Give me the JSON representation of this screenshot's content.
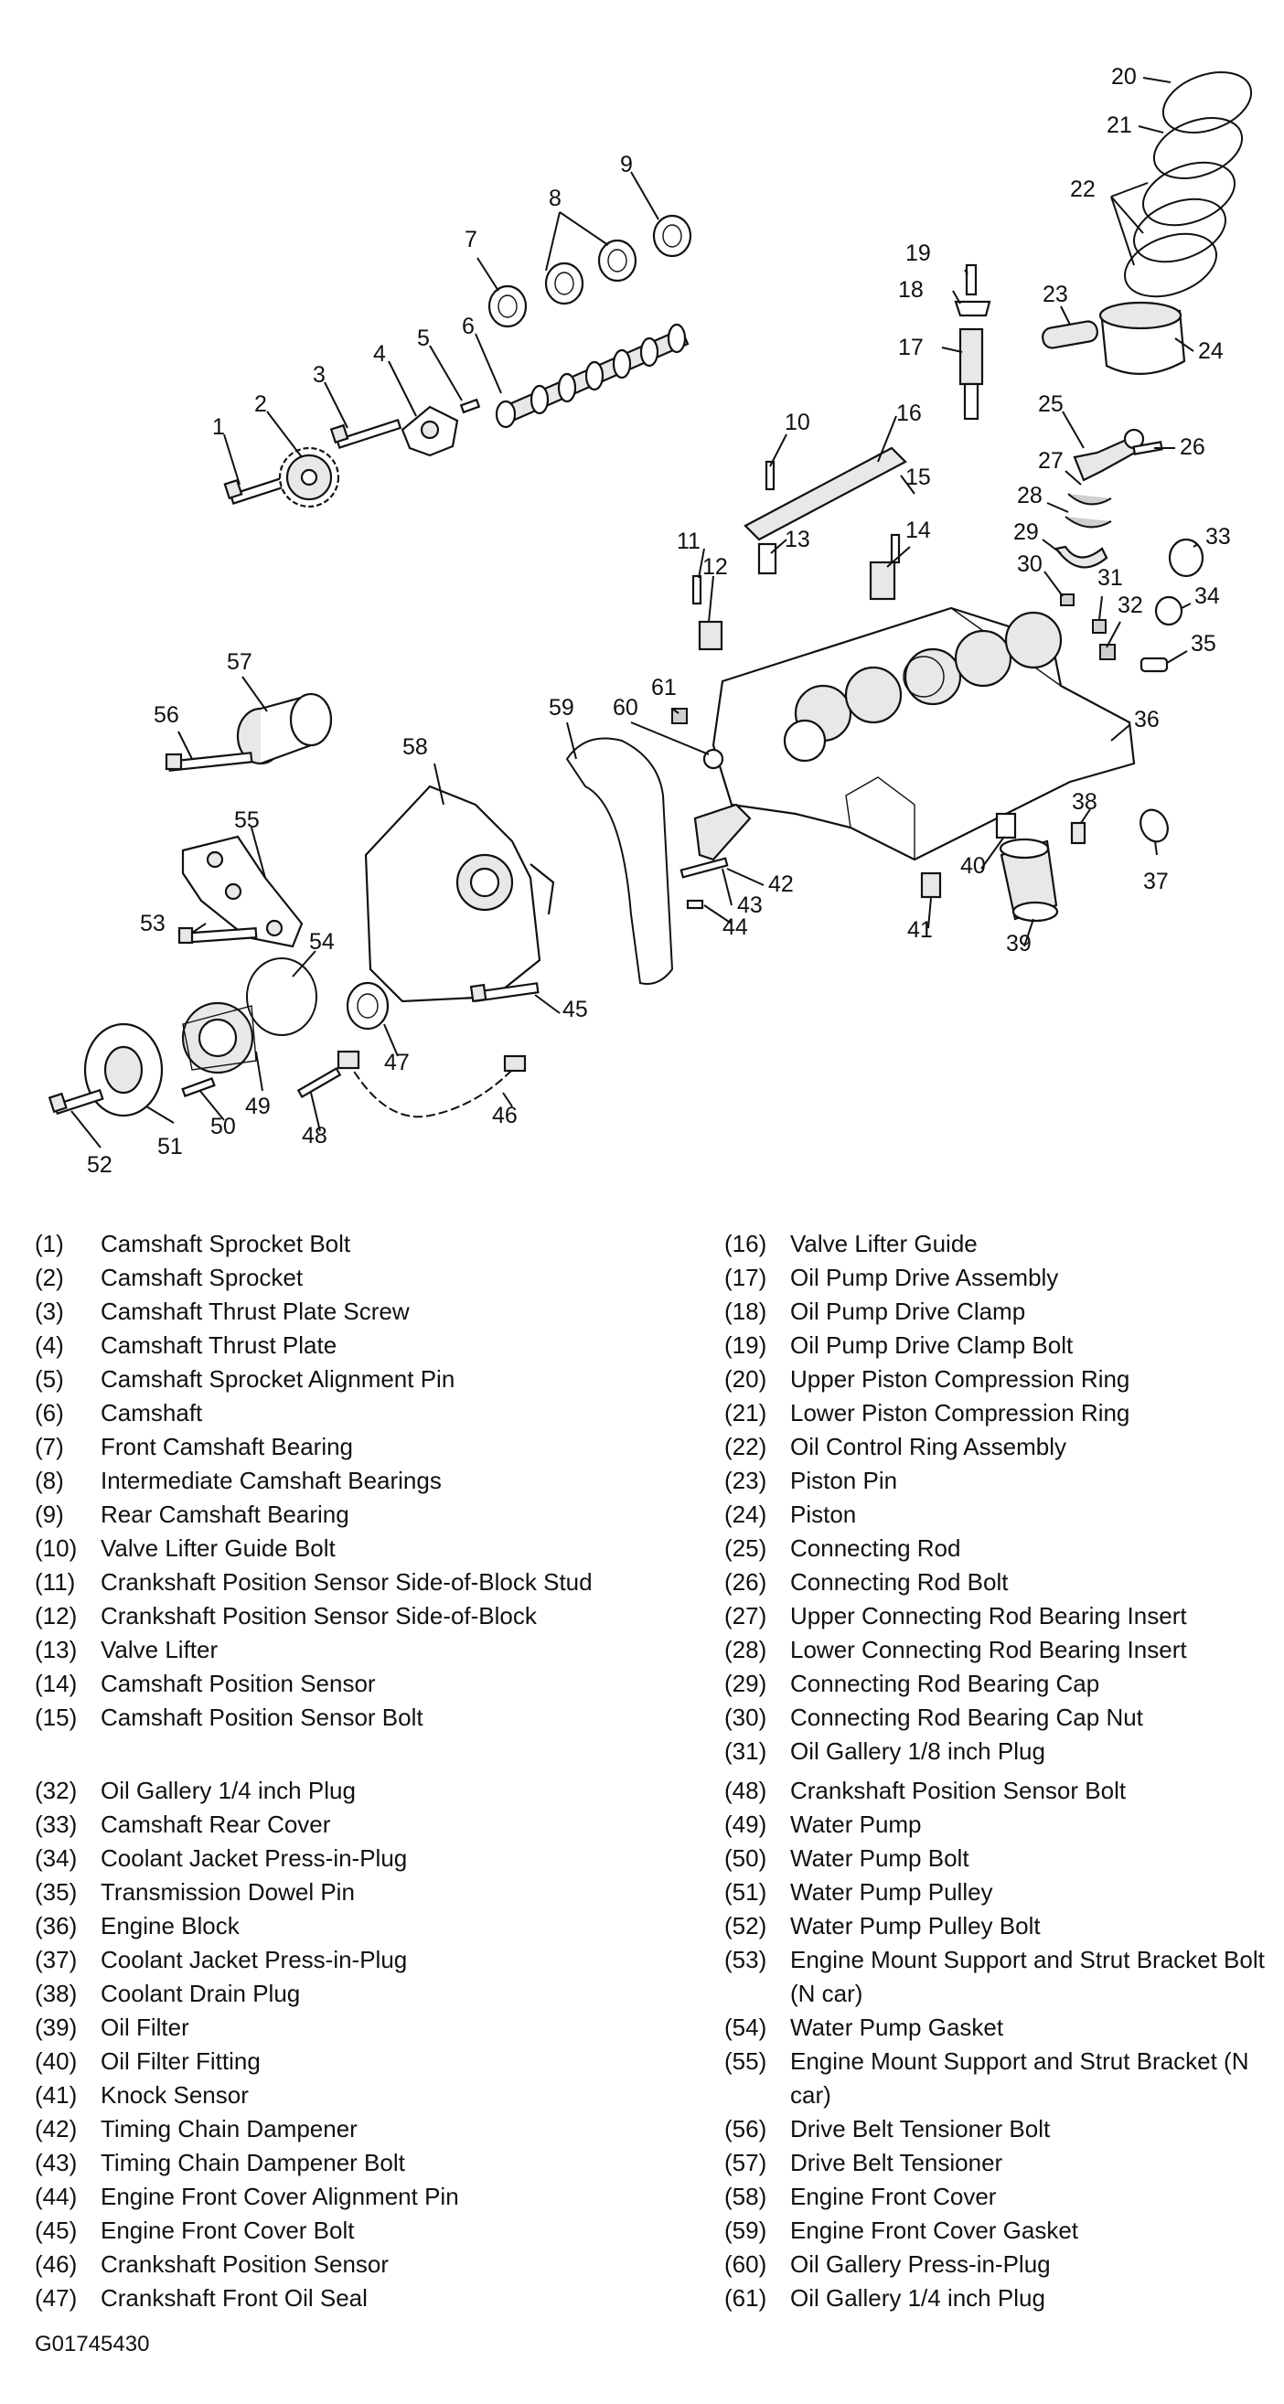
{
  "callouts": [
    "1",
    "2",
    "3",
    "4",
    "5",
    "6",
    "7",
    "8",
    "9",
    "10",
    "11",
    "12",
    "13",
    "14",
    "15",
    "16",
    "17",
    "18",
    "19",
    "20",
    "21",
    "22",
    "23",
    "24",
    "25",
    "26",
    "27",
    "28",
    "29",
    "30",
    "31",
    "32",
    "33",
    "34",
    "35",
    "36",
    "37",
    "38",
    "39",
    "40",
    "41",
    "42",
    "43",
    "44",
    "45",
    "46",
    "47",
    "48",
    "49",
    "50",
    "51",
    "52",
    "53",
    "54",
    "55",
    "56",
    "57",
    "58",
    "59",
    "60",
    "61"
  ],
  "legend": {
    "left1": [
      {
        "num": "(1)",
        "label": "Camshaft Sprocket Bolt"
      },
      {
        "num": "(2)",
        "label": "Camshaft Sprocket"
      },
      {
        "num": "(3)",
        "label": "Camshaft Thrust Plate Screw"
      },
      {
        "num": "(4)",
        "label": "Camshaft Thrust Plate"
      },
      {
        "num": "(5)",
        "label": "Camshaft Sprocket Alignment Pin"
      },
      {
        "num": "(6)",
        "label": "Camshaft"
      },
      {
        "num": "(7)",
        "label": "Front Camshaft Bearing"
      },
      {
        "num": "(8)",
        "label": "Intermediate Camshaft Bearings"
      },
      {
        "num": "(9)",
        "label": "Rear Camshaft Bearing"
      },
      {
        "num": "(10)",
        "label": "Valve Lifter Guide Bolt"
      },
      {
        "num": "(11)",
        "label": "Crankshaft Position Sensor Side-of-Block Stud"
      },
      {
        "num": "(12)",
        "label": "Crankshaft Position Sensor Side-of-Block"
      },
      {
        "num": "(13)",
        "label": "Valve Lifter"
      },
      {
        "num": "(14)",
        "label": "Camshaft Position Sensor"
      },
      {
        "num": "(15)",
        "label": "Camshaft Position Sensor Bolt"
      }
    ],
    "right1": [
      {
        "num": "(16)",
        "label": "Valve Lifter Guide"
      },
      {
        "num": "(17)",
        "label": "Oil Pump Drive Assembly"
      },
      {
        "num": "(18)",
        "label": "Oil Pump Drive Clamp"
      },
      {
        "num": "(19)",
        "label": "Oil Pump Drive Clamp Bolt"
      },
      {
        "num": "(20)",
        "label": "Upper Piston Compression Ring"
      },
      {
        "num": "(21)",
        "label": "Lower Piston Compression Ring"
      },
      {
        "num": "(22)",
        "label": "Oil Control Ring Assembly"
      },
      {
        "num": "(23)",
        "label": "Piston Pin"
      },
      {
        "num": "(24)",
        "label": "Piston"
      },
      {
        "num": "(25)",
        "label": "Connecting Rod"
      },
      {
        "num": "(26)",
        "label": "Connecting Rod Bolt"
      },
      {
        "num": "(27)",
        "label": "Upper Connecting Rod Bearing Insert"
      },
      {
        "num": "(28)",
        "label": "Lower Connecting Rod Bearing Insert"
      },
      {
        "num": "(29)",
        "label": "Connecting Rod Bearing Cap"
      },
      {
        "num": "(30)",
        "label": "Connecting Rod Bearing Cap Nut"
      },
      {
        "num": "(31)",
        "label": "Oil Gallery 1/8 inch Plug"
      }
    ],
    "left2": [
      {
        "num": "(32)",
        "label": "Oil Gallery 1/4 inch Plug"
      },
      {
        "num": "(33)",
        "label": "Camshaft Rear Cover"
      },
      {
        "num": "(34)",
        "label": "Coolant Jacket Press-in-Plug"
      },
      {
        "num": "(35)",
        "label": "Transmission Dowel Pin"
      },
      {
        "num": "(36)",
        "label": "Engine Block"
      },
      {
        "num": "(37)",
        "label": "Coolant Jacket Press-in-Plug"
      },
      {
        "num": "(38)",
        "label": "Coolant Drain Plug"
      },
      {
        "num": "(39)",
        "label": "Oil Filter"
      },
      {
        "num": "(40)",
        "label": "Oil Filter Fitting"
      },
      {
        "num": "(41)",
        "label": "Knock Sensor"
      },
      {
        "num": "(42)",
        "label": "Timing Chain Dampener"
      },
      {
        "num": "(43)",
        "label": "Timing Chain Dampener Bolt"
      },
      {
        "num": "(44)",
        "label": "Engine Front Cover Alignment Pin"
      },
      {
        "num": "(45)",
        "label": "Engine Front Cover Bolt"
      },
      {
        "num": "(46)",
        "label": "Crankshaft Position Sensor"
      },
      {
        "num": "(47)",
        "label": "Crankshaft Front Oil Seal"
      }
    ],
    "right2": [
      {
        "num": "(48)",
        "label": "Crankshaft Position Sensor Bolt"
      },
      {
        "num": "(49)",
        "label": "Water Pump"
      },
      {
        "num": "(50)",
        "label": "Water Pump Bolt"
      },
      {
        "num": "(51)",
        "label": "Water Pump Pulley"
      },
      {
        "num": "(52)",
        "label": "Water Pump Pulley Bolt"
      },
      {
        "num": "(53)",
        "label": "Engine Mount Support and Strut Bracket Bolt (N car)"
      },
      {
        "num": "(54)",
        "label": "Water Pump Gasket"
      },
      {
        "num": "(55)",
        "label": "Engine Mount Support and Strut Bracket (N car)"
      },
      {
        "num": "(56)",
        "label": "Drive Belt Tensioner Bolt"
      },
      {
        "num": "(57)",
        "label": "Drive Belt Tensioner"
      },
      {
        "num": "(58)",
        "label": "Engine Front Cover"
      },
      {
        "num": "(59)",
        "label": "Engine Front Cover Gasket"
      },
      {
        "num": "(60)",
        "label": "Oil Gallery Press-in-Plug"
      },
      {
        "num": "(61)",
        "label": "Oil Gallery 1/4 inch Plug"
      }
    ]
  },
  "figure_id": "G01745430"
}
